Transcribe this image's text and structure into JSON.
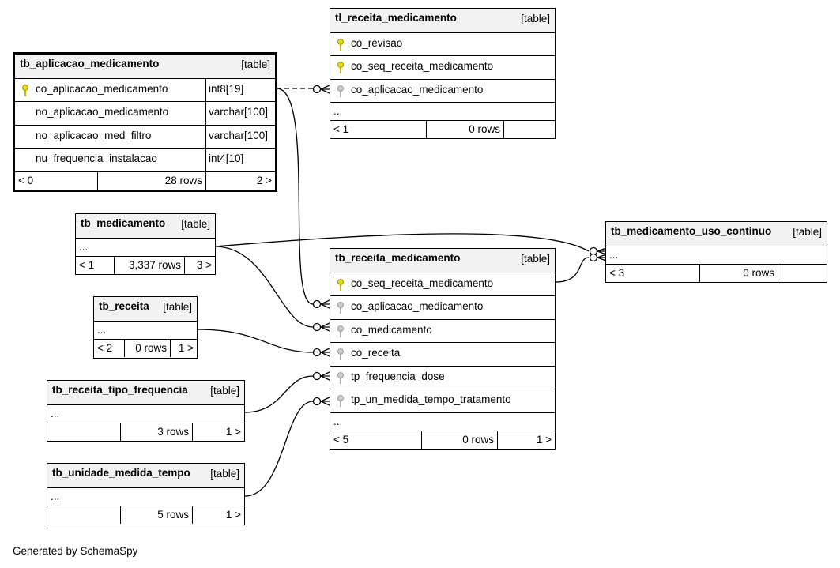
{
  "tables": {
    "tl_receita_medicamento": {
      "name": "tl_receita_medicamento",
      "kind": "[table]",
      "columns": [
        "co_revisao",
        "co_seq_receita_medicamento",
        "co_aplicacao_medicamento"
      ],
      "ellipsis": "...",
      "footer": {
        "left": "< 1",
        "middle": "0 rows",
        "right": ""
      }
    },
    "tb_aplicacao_medicamento": {
      "name": "tb_aplicacao_medicamento",
      "kind": "[table]",
      "columns": [
        {
          "name": "co_aplicacao_medicamento",
          "type": "int8[19]"
        },
        {
          "name": "no_aplicacao_medicamento",
          "type": "varchar[100]"
        },
        {
          "name": "no_aplicacao_med_filtro",
          "type": "varchar[100]"
        },
        {
          "name": "nu_frequencia_instalacao",
          "type": "int4[10]"
        }
      ],
      "footer": {
        "left": "< 0",
        "middle": "28 rows",
        "right": "2 >"
      }
    },
    "tb_medicamento": {
      "name": "tb_medicamento",
      "kind": "[table]",
      "ellipsis": "...",
      "footer": {
        "left": "< 1",
        "middle": "3,337 rows",
        "right": "3 >"
      }
    },
    "tb_medicamento_uso_continuo": {
      "name": "tb_medicamento_uso_continuo",
      "kind": "[table]",
      "ellipsis": "...",
      "footer": {
        "left": "< 3",
        "middle": "0 rows",
        "right": ""
      }
    },
    "tb_receita_medicamento": {
      "name": "tb_receita_medicamento",
      "kind": "[table]",
      "columns": [
        "co_seq_receita_medicamento",
        "co_aplicacao_medicamento",
        "co_medicamento",
        "co_receita",
        "tp_frequencia_dose",
        "tp_un_medida_tempo_tratamento"
      ],
      "ellipsis": "...",
      "footer": {
        "left": "< 5",
        "middle": "0 rows",
        "right": "1 >"
      }
    },
    "tb_receita": {
      "name": "tb_receita",
      "kind": "[table]",
      "ellipsis": "...",
      "footer": {
        "left": "< 2",
        "middle": "0 rows",
        "right": "1 >"
      }
    },
    "tb_receita_tipo_frequencia": {
      "name": "tb_receita_tipo_frequencia",
      "kind": "[table]",
      "ellipsis": "...",
      "footer": {
        "left": "",
        "middle": "3 rows",
        "right": "1 >"
      }
    },
    "tb_unidade_medida_tempo": {
      "name": "tb_unidade_medida_tempo",
      "kind": "[table]",
      "ellipsis": "...",
      "footer": {
        "left": "",
        "middle": "5 rows",
        "right": "1 >"
      }
    }
  },
  "colors": {
    "primary_key": "#e8d800",
    "foreign_key": "#a8a8a8",
    "header_bg": "#f2f2f2"
  },
  "icons": {
    "primary_key": "key-icon",
    "foreign_key": "key-icon"
  },
  "footer_text": "Generated by SchemaSpy"
}
